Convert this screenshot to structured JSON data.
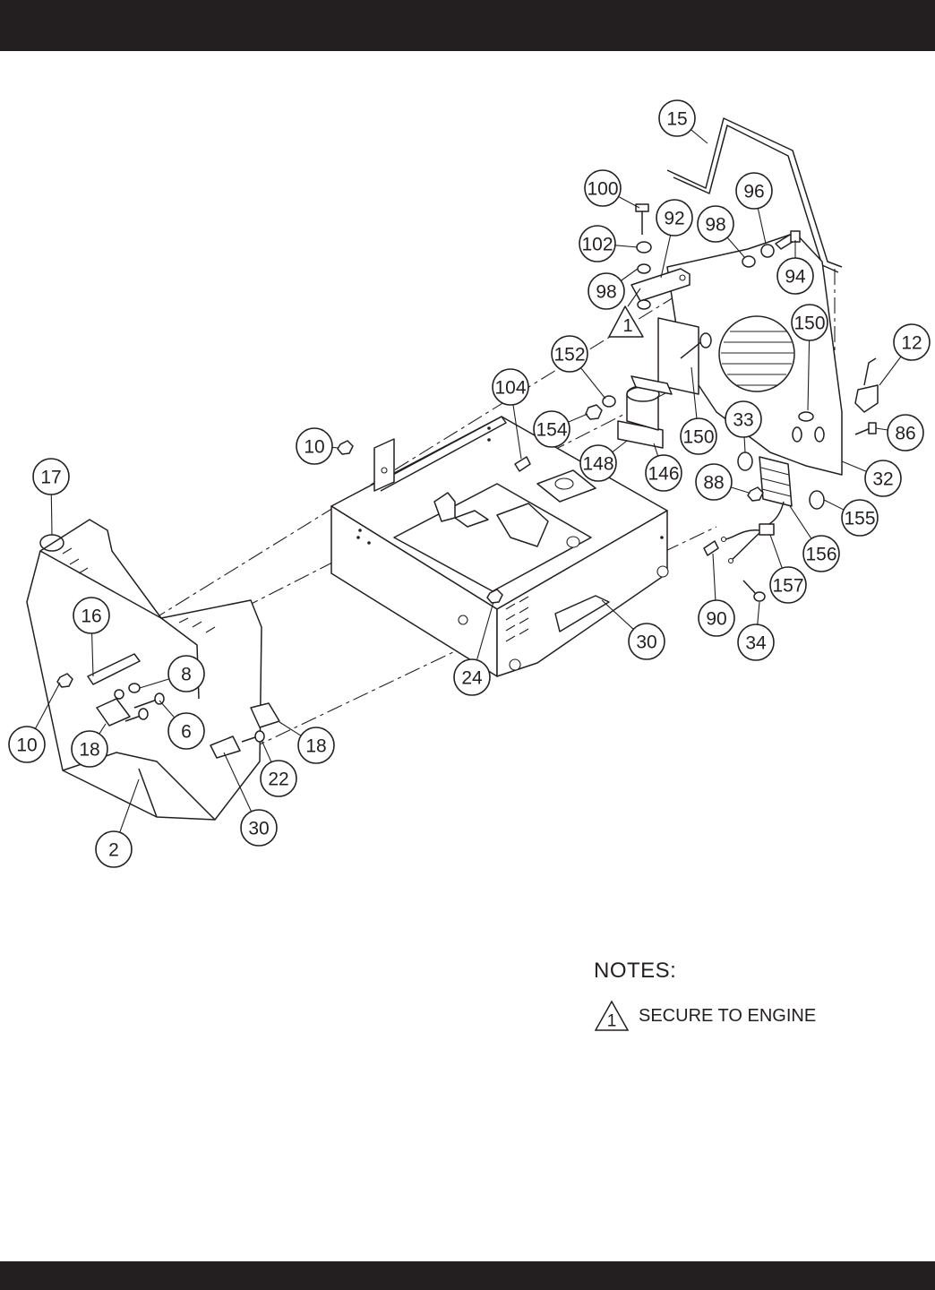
{
  "callouts": [
    {
      "label": "15"
    },
    {
      "label": "100"
    },
    {
      "label": "96"
    },
    {
      "label": "92"
    },
    {
      "label": "98"
    },
    {
      "label": "102"
    },
    {
      "label": "94"
    },
    {
      "label": "98"
    },
    {
      "label": "150"
    },
    {
      "label": "12"
    },
    {
      "label": "152"
    },
    {
      "label": "104"
    },
    {
      "label": "154"
    },
    {
      "label": "33"
    },
    {
      "label": "150"
    },
    {
      "label": "86"
    },
    {
      "label": "10"
    },
    {
      "label": "148"
    },
    {
      "label": "146"
    },
    {
      "label": "32"
    },
    {
      "label": "17"
    },
    {
      "label": "88"
    },
    {
      "label": "155"
    },
    {
      "label": "156"
    },
    {
      "label": "157"
    },
    {
      "label": "16"
    },
    {
      "label": "8"
    },
    {
      "label": "90"
    },
    {
      "label": "30"
    },
    {
      "label": "34"
    },
    {
      "label": "24"
    },
    {
      "label": "10"
    },
    {
      "label": "6"
    },
    {
      "label": "18"
    },
    {
      "label": "18"
    },
    {
      "label": "22"
    },
    {
      "label": "30"
    },
    {
      "label": "2"
    }
  ],
  "note_markers": [
    {
      "label": "1"
    }
  ],
  "notes": {
    "heading": "NOTES:",
    "items": [
      {
        "marker": "1",
        "text": "SECURE TO ENGINE"
      }
    ]
  }
}
